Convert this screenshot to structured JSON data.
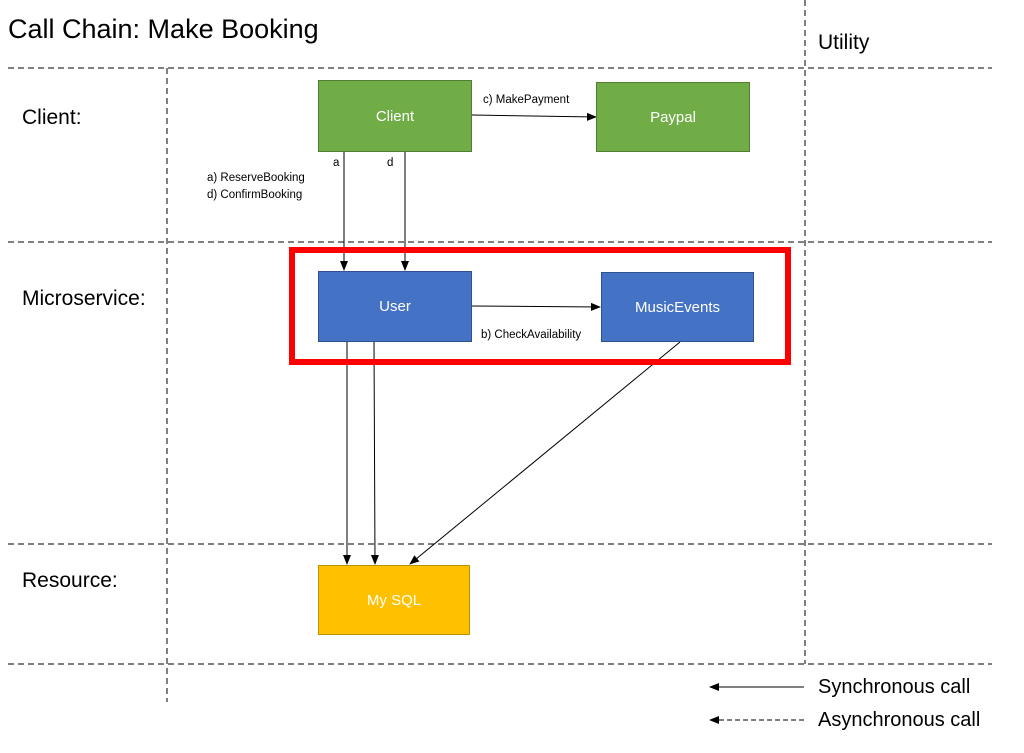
{
  "title": "Call Chain: Make Booking",
  "utility_label": "Utility",
  "lanes": {
    "client": "Client:",
    "microservice": "Microservice:",
    "resource": "Resource:"
  },
  "nodes": {
    "client": "Client",
    "paypal": "Paypal",
    "user": "User",
    "musicevents": "MusicEvents",
    "mysql": "My SQL"
  },
  "edge_labels": {
    "make_payment": "c) MakePayment",
    "reserve_booking": "a) ReserveBooking",
    "confirm_booking": "d) ConfirmBooking",
    "arrow_a": "a",
    "arrow_d": "d",
    "check_availability": "b) CheckAvailability"
  },
  "legend": {
    "synchronous": "Synchronous call",
    "asynchronous": "Asynchronous call"
  },
  "colors": {
    "client_box": "#70ad47",
    "service_box": "#4472c4",
    "resource_box": "#ffc000",
    "highlight": "#ff0000"
  }
}
